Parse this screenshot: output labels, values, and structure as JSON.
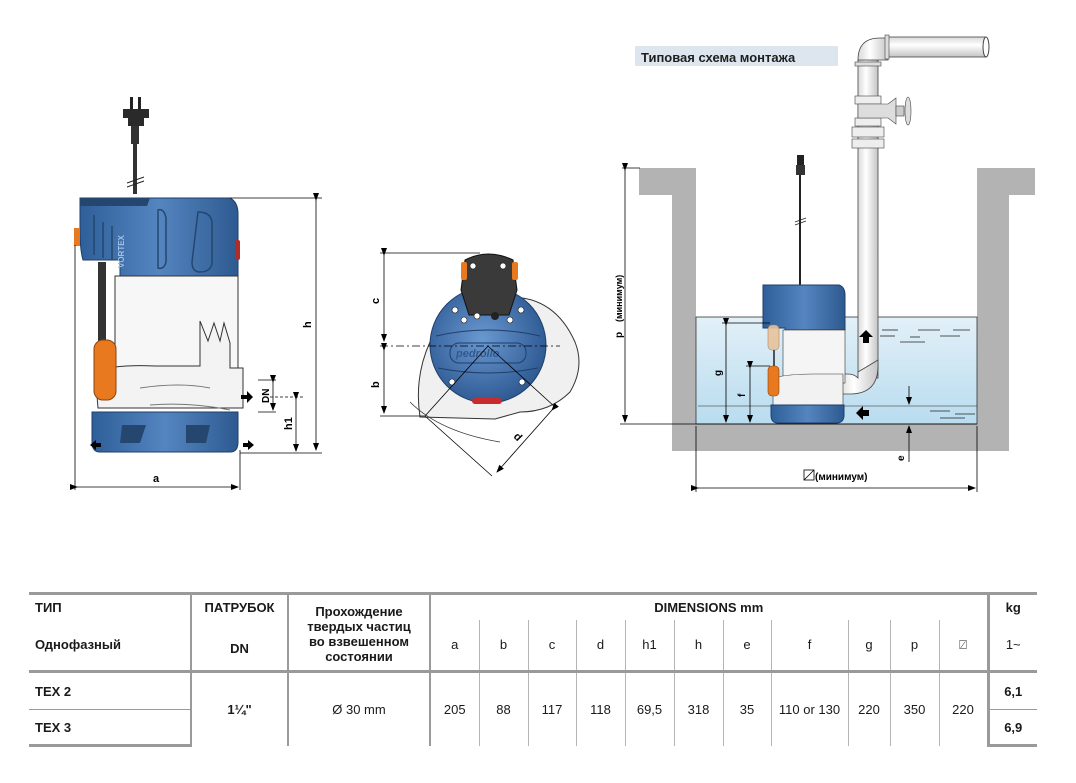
{
  "diagram": {
    "install_title": "Типовая схема монтажа",
    "side_view_labels": {
      "a": "a",
      "h": "h",
      "h1": "h1",
      "dn": "DN"
    },
    "top_view_labels": {
      "b": "b",
      "c": "c",
      "d": "d"
    },
    "install_labels": {
      "p": "p",
      "p_note": "(минимум)",
      "g": "g",
      "f": "f",
      "e": "e",
      "width": "(минимум)"
    },
    "brand_mark": "VORTEX",
    "logo": "pedrollo",
    "colors": {
      "pump_blue": "#3f6fa8",
      "float_orange": "#e8791e",
      "water": "#cfe6f3",
      "wall": "#b3b3b3"
    }
  },
  "table": {
    "headers": {
      "type_label": "ТИП",
      "phase_label": "Однофазный",
      "outlet_label": "ПАТРУБОК",
      "outlet_unit": "DN",
      "solids_label_lines": [
        "Прохождение",
        "твердых частиц",
        "во взвешенном",
        "состоянии"
      ],
      "dimensions_label": "DIMENSIONS mm",
      "dim_columns": [
        "a",
        "b",
        "c",
        "d",
        "h1",
        "h",
        "e",
        "f",
        "g",
        "p",
        "⍁"
      ],
      "kg_label": "kg",
      "kg_sub": "1~"
    },
    "rows": [
      {
        "model": "TEX 2",
        "kg": "6,1"
      },
      {
        "model": "TEX 3",
        "kg": "6,9"
      }
    ],
    "shared": {
      "dn": "1¼\"",
      "solids": "Ø 30 mm",
      "dims": [
        "205",
        "88",
        "117",
        "118",
        "69,5",
        "318",
        "35",
        "110 or 130",
        "220",
        "350",
        "220"
      ]
    }
  }
}
